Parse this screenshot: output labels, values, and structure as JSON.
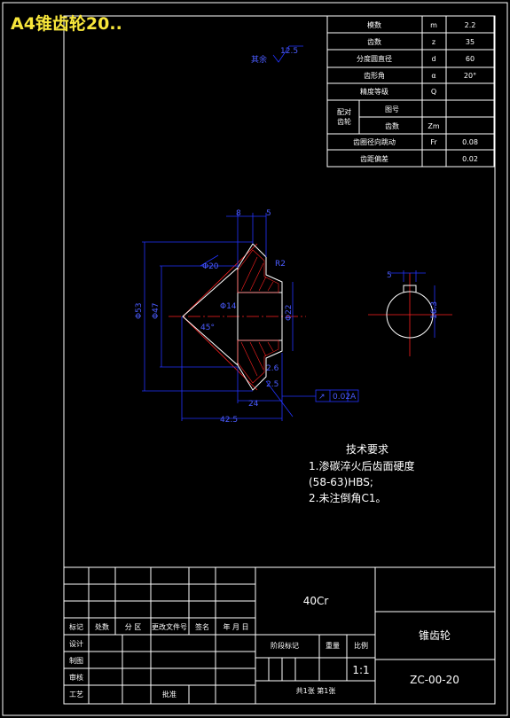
{
  "title": "A4锥齿轮20..",
  "param_table": [
    {
      "name": "模数",
      "symbol": "m",
      "value": "2.2"
    },
    {
      "name": "齿数",
      "symbol": "z",
      "value": "35"
    },
    {
      "name": "分度圆直径",
      "symbol": "d",
      "value": "60"
    },
    {
      "name": "齿形角",
      "symbol": "α",
      "value": "20°"
    },
    {
      "name": "精度等级",
      "symbol": "Q",
      "value": ""
    }
  ],
  "mating": {
    "group": "配对\n齿轮",
    "rows": [
      {
        "name": "图号",
        "symbol": "",
        "value": ""
      },
      {
        "name": "齿数",
        "symbol": "Zm",
        "value": ""
      }
    ]
  },
  "param_table_tail": [
    {
      "name": "齿圈径向跳动",
      "symbol": "Fr",
      "value": "0.08"
    },
    {
      "name": "齿距偏差",
      "symbol": "",
      "value": "0.02"
    }
  ],
  "surface_rest": "其余",
  "roughness_value": "12.5",
  "dimensions": {
    "top_a": "8",
    "top_b": "5",
    "d1": "Φ53",
    "d2": "Φ47",
    "d3": "Φ22",
    "d4": "Φ20",
    "bore": "Φ14",
    "r1": "R2",
    "ang": "45°",
    "len1": "24",
    "len2": "42.5",
    "small1": "2.6",
    "small2": "2.5",
    "tol": "0.02",
    "datum": "A",
    "key_w": "5",
    "key_d": "16.3"
  },
  "tech_req": {
    "title": "技术要求",
    "lines": [
      "1.渗碳淬火后齿面硬度",
      "(58-63)HBS;",
      "2.未注倒角C1。"
    ]
  },
  "title_block": {
    "material": "40Cr",
    "part_name": "锥齿轮",
    "drawing_no": "ZC-00-20",
    "scale_label": "比例",
    "scale": "1:1",
    "weight_label": "重量",
    "stage_label": "阶段标记",
    "sheet": "共1张 第1张",
    "rev_headers": [
      "标记",
      "处数",
      "分 区",
      "更改文件号",
      "签名",
      "年 月 日"
    ],
    "roles": [
      "设计",
      "制图",
      "审核",
      "工艺"
    ],
    "approve": "批准"
  }
}
